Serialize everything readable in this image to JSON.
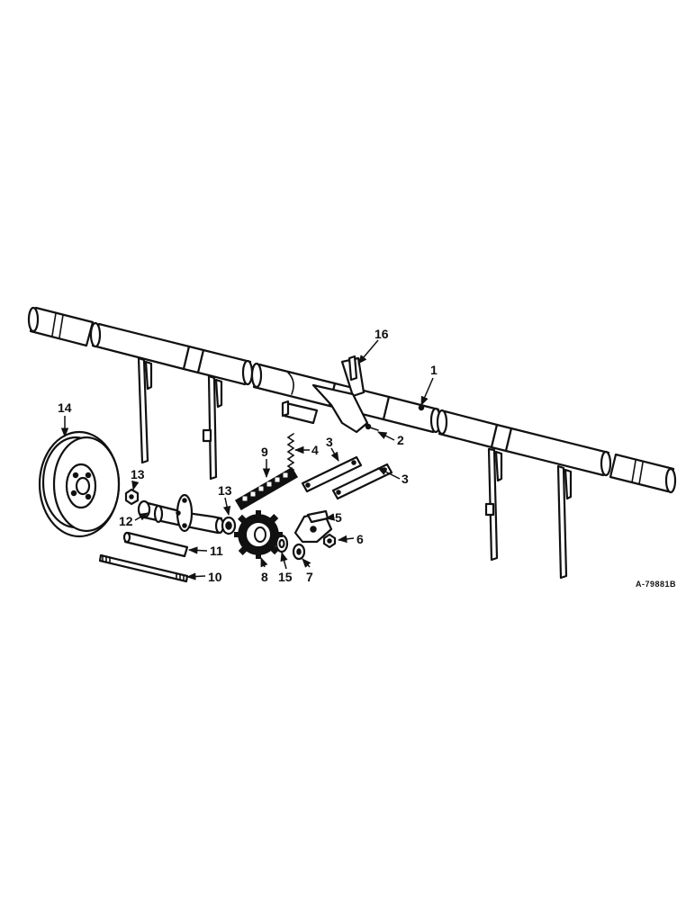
{
  "callouts": {
    "c1": "1",
    "c2": "2",
    "c3a": "3",
    "c3b": "3",
    "c4": "4",
    "c5": "5",
    "c6": "6",
    "c7": "7",
    "c8": "8",
    "c9": "9",
    "c10": "10",
    "c11": "11",
    "c12": "12",
    "c13a": "13",
    "c13b": "13",
    "c14": "14",
    "c15": "15",
    "c16": "16"
  },
  "reference_code": "A-79881B",
  "colors": {
    "ink": "#111111",
    "background": "#ffffff"
  }
}
